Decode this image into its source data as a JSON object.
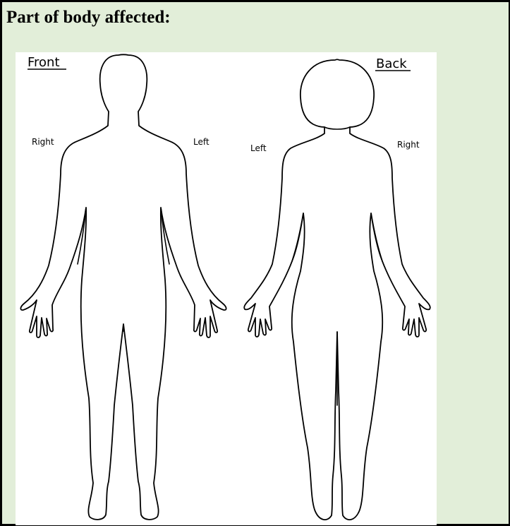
{
  "form": {
    "section_title": "Part of body affected:"
  },
  "diagram": {
    "front": {
      "label": "Front",
      "right_label": "Right",
      "left_label": "Left"
    },
    "back": {
      "label": "Back",
      "left_label": "Left",
      "right_label": "Right"
    }
  }
}
